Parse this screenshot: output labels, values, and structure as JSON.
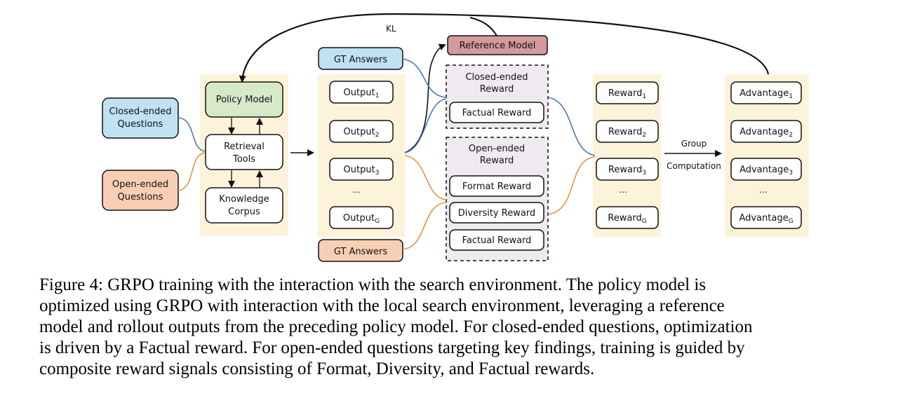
{
  "colors": {
    "panel_bg": "#fdf3da",
    "closed_question_fill": "#bfe1f2",
    "open_question_fill": "#f8cfb5",
    "policy_fill": "#d6e9c8",
    "reference_fill": "#d4999a",
    "reward_group_fill": "#efeaf1",
    "blue_line": "#4a78b5",
    "orange_line": "#e8923e"
  },
  "inputs": {
    "closed": [
      "Closed-ended",
      "Questions"
    ],
    "open": [
      "Open-ended",
      "Questions"
    ]
  },
  "policy": {
    "policy_model": "Policy Model",
    "retrieval_tools": [
      "Retrieval",
      "Tools"
    ],
    "knowledge_corpus": [
      "Knowledge",
      "Corpus"
    ]
  },
  "outputs": {
    "items": [
      {
        "base": "Output",
        "sub": "1"
      },
      {
        "base": "Output",
        "sub": "2"
      },
      {
        "base": "Output",
        "sub": "3"
      },
      {
        "base": "Output",
        "sub": "G"
      }
    ],
    "ellipsis": "..."
  },
  "gt_answers_top": "GT Answers",
  "gt_answers_bottom": "GT Answers",
  "reference_model": "Reference Model",
  "kl_label": "KL",
  "closed_reward": {
    "title": [
      "Closed-ended",
      "Reward"
    ],
    "factual": "Factual Reward"
  },
  "open_reward": {
    "title": [
      "Open-ended",
      "Reward"
    ],
    "format": "Format Reward",
    "diversity": "Diversity Reward",
    "factual": "Factual Reward"
  },
  "rewards": {
    "items": [
      {
        "base": "Reward",
        "sub": "1"
      },
      {
        "base": "Reward",
        "sub": "2"
      },
      {
        "base": "Reward",
        "sub": "3"
      },
      {
        "base": "Reward",
        "sub": "G"
      }
    ],
    "ellipsis": "..."
  },
  "group_computation": [
    "Group",
    "Computation"
  ],
  "advantages": {
    "items": [
      {
        "base": "Advantage",
        "sub": "1"
      },
      {
        "base": "Advantage",
        "sub": "2"
      },
      {
        "base": "Advantage",
        "sub": "3"
      },
      {
        "base": "Advantage",
        "sub": "G"
      }
    ],
    "ellipsis": "..."
  },
  "caption": [
    "Figure 4: GRPO training with the interaction with the search environment. The policy model is",
    "optimized using GRPO with interaction with the local search environment, leveraging a reference",
    "model and rollout outputs from the preceding policy model. For closed-ended questions, optimization",
    "is driven by a Factual reward. For open-ended questions targeting key findings, training is guided by",
    "composite reward signals consisting of Format, Diversity, and Factual rewards."
  ]
}
